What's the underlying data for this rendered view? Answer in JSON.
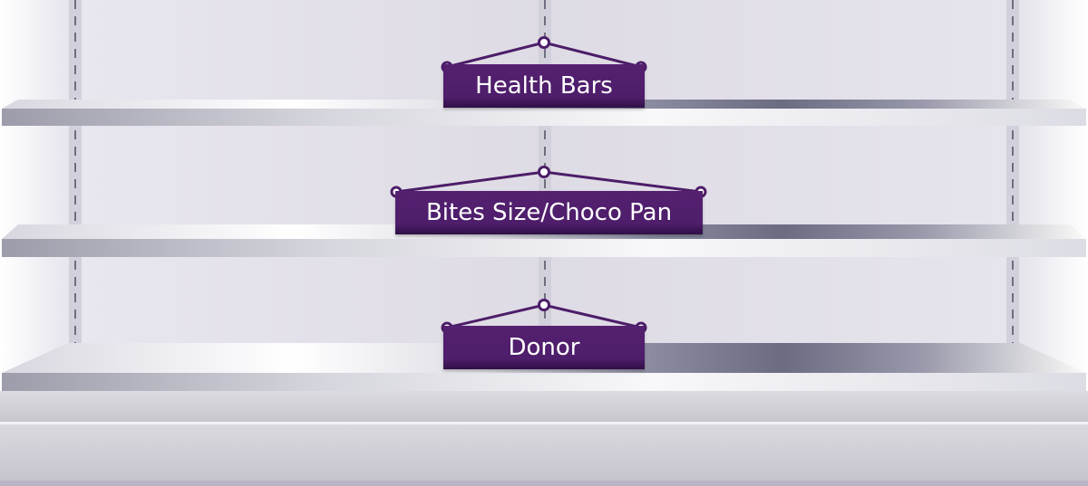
{
  "shelves": [
    {
      "label": "Health Bars"
    },
    {
      "label": "Bites Size/Choco Pan"
    },
    {
      "label": "Donor"
    }
  ],
  "colors": {
    "sign": "#51206d",
    "wall": "#e3e1e9",
    "shelf": "#eeeef2"
  }
}
